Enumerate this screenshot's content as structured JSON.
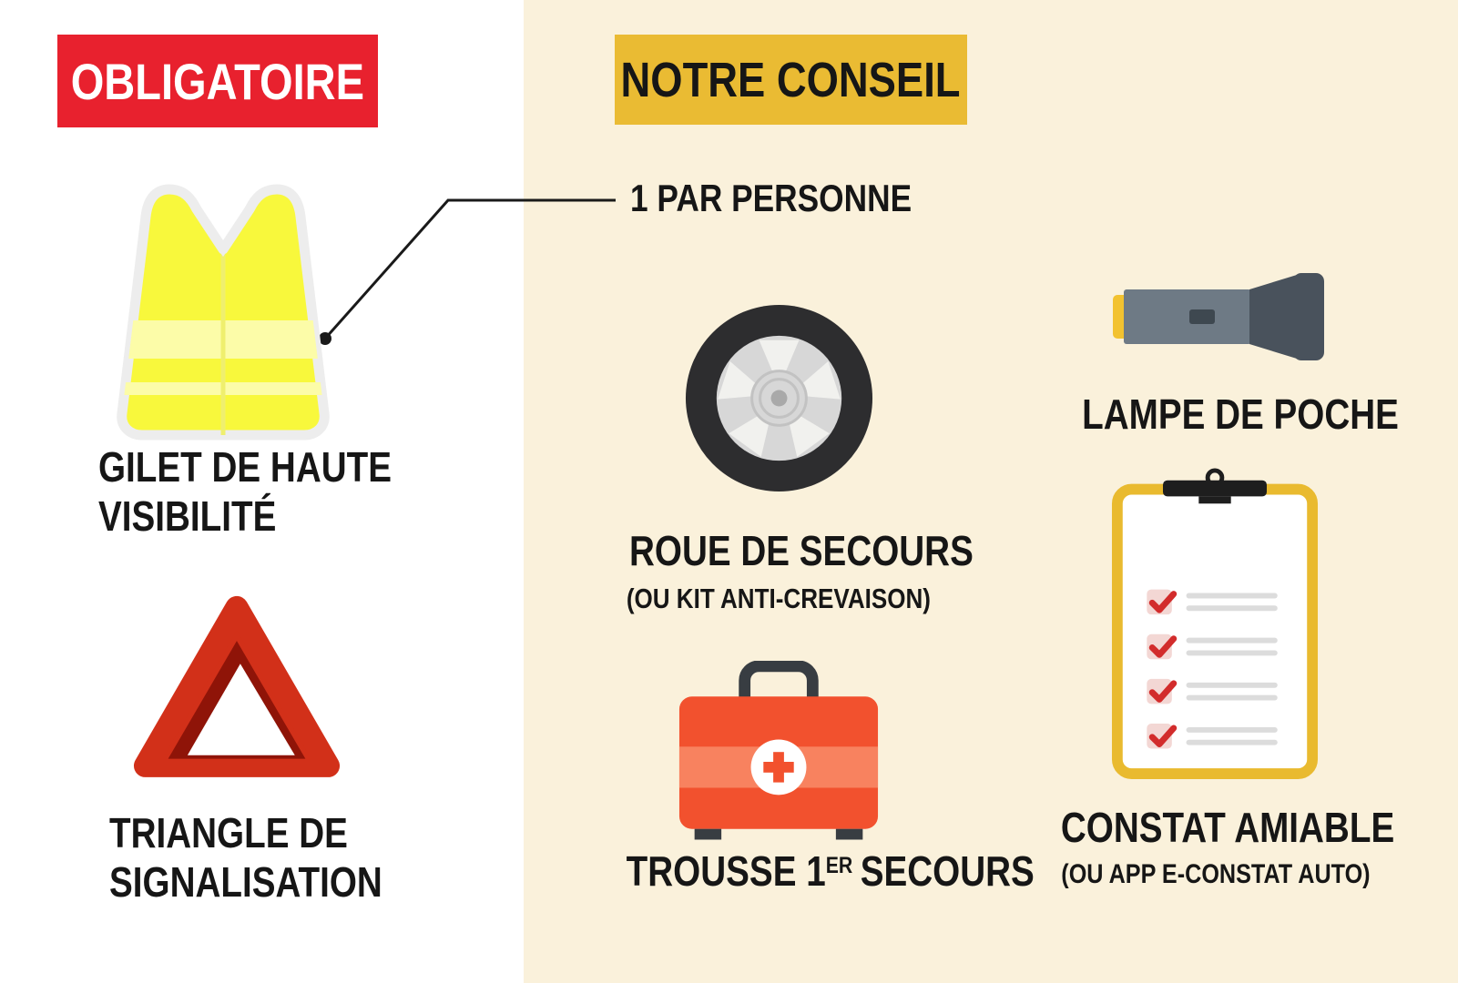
{
  "colors": {
    "badge_red": "#E8212E",
    "badge_yellow": "#EABB33",
    "panel_cream": "#FAF1DB",
    "text": "#161616",
    "vest_yellow": "#F8F83C",
    "triangle_red": "#D23019",
    "kit_red": "#F2512E",
    "check_red": "#D22C2C",
    "clipboard_gold": "#E9BA2F"
  },
  "obligatoire": {
    "badge": "OBLIGATOIRE",
    "items": [
      {
        "icon": "safety-vest-icon",
        "line1": "GILET DE HAUTE",
        "line2": "VISIBILITÉ"
      },
      {
        "icon": "warning-triangle-icon",
        "line1": "TRIANGLE DE",
        "line2": "SIGNALISATION"
      }
    ]
  },
  "conseil": {
    "badge": "NOTRE CONSEIL",
    "callout": "1 PAR PERSONNE",
    "items": [
      {
        "icon": "spare-wheel-icon",
        "title": "ROUE DE SECOURS",
        "subtitle": "(OU KIT ANTI-CREVAISON)"
      },
      {
        "icon": "first-aid-kit-icon",
        "title_pre": "TROUSSE 1",
        "title_sup": "ER",
        "title_post": "SECOURS"
      },
      {
        "icon": "flashlight-icon",
        "title": "LAMPE DE POCHE"
      },
      {
        "icon": "clipboard-icon",
        "title": "CONSTAT AMIABLE",
        "subtitle": "(OU APP E-CONSTAT AUTO)"
      }
    ]
  }
}
